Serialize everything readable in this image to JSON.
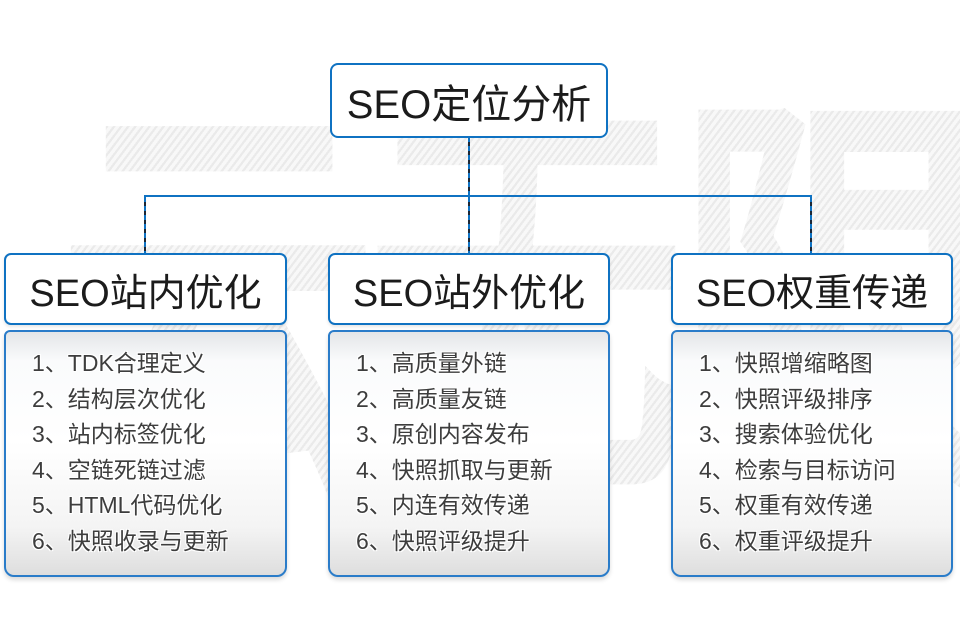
{
  "diagram": {
    "root_title": "SEO定位分析",
    "watermark_text": "云无限",
    "columns": [
      {
        "title": "SEO站内优化",
        "items": [
          "1、TDK合理定义",
          "2、结构层次优化",
          "3、站内标签优化",
          "4、空链死链过滤",
          "5、HTML代码优化",
          "6、快照收录与更新"
        ]
      },
      {
        "title": "SEO站外优化",
        "items": [
          "1、高质量外链",
          "2、高质量友链",
          "3、原创内容发布",
          "4、快照抓取与更新",
          "5、内连有效传递",
          "6、快照评级提升"
        ]
      },
      {
        "title": "SEO权重传递",
        "items": [
          "1、快照增缩略图",
          "2、快照评级排序",
          "3、搜索体验优化",
          "4、检索与目标访问",
          "5、权重有效传递",
          "6、权重评级提升"
        ]
      }
    ],
    "colors": {
      "connector_blue": "#0f72c2",
      "panel_border_blue": "#2a7cc9",
      "header_text": "#1b1b1b",
      "item_text": "#3d3d3d",
      "watermark_gray": "#ededed",
      "panel_gradient_top": "#e4e6e8",
      "panel_gradient_bottom": "#dedede"
    }
  }
}
